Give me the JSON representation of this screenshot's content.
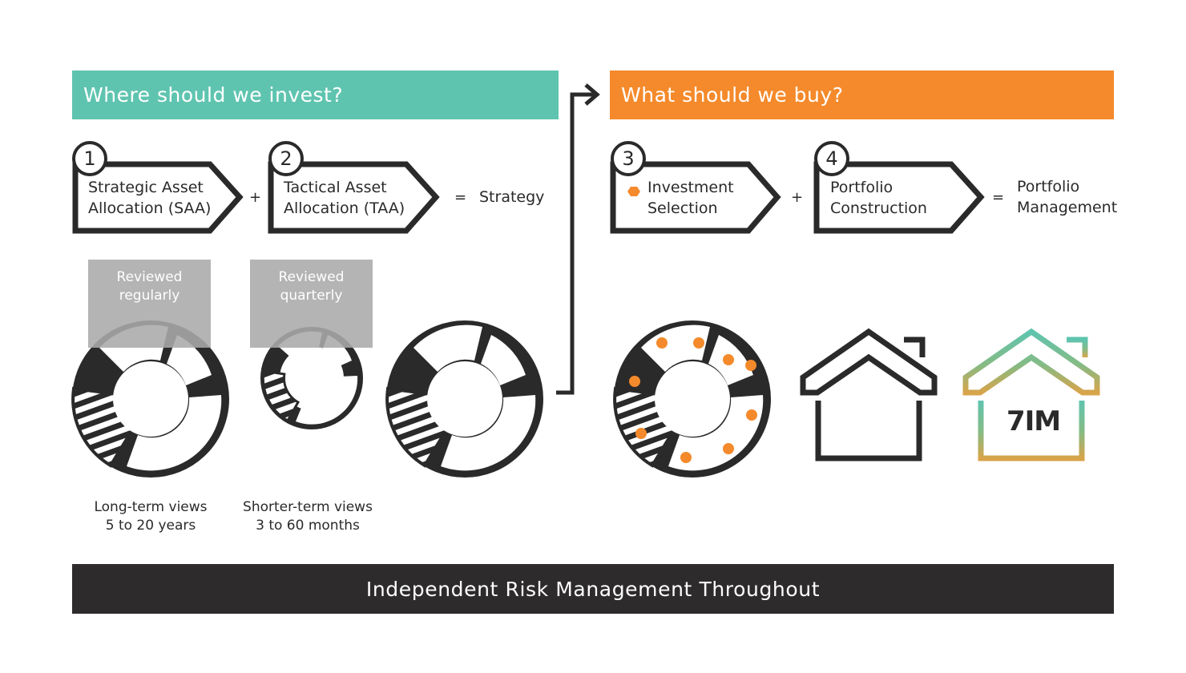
{
  "left_section": {
    "title": "Where should we invest?"
  },
  "right_section": {
    "title": "What should we buy?"
  },
  "steps": [
    {
      "number": "1",
      "line1": "Strategic Asset",
      "line2": "Allocation (SAA)"
    },
    {
      "number": "2",
      "line1": "Tactical Asset",
      "line2": "Allocation (TAA)"
    },
    {
      "number": "3",
      "line1": "Investment",
      "line2": "Selection"
    },
    {
      "number": "4",
      "line1": "Portfolio",
      "line2": "Construction"
    }
  ],
  "operators": {
    "plus": "+",
    "equals": "="
  },
  "results": {
    "strategy": "Strategy",
    "portfolio_line1": "Portfolio",
    "portfolio_line2": "Management"
  },
  "reviews": [
    {
      "line1": "Reviewed",
      "line2": "regularly"
    },
    {
      "line1": "Reviewed",
      "line2": "quarterly"
    }
  ],
  "views": [
    {
      "line1": "Long-term views",
      "line2": "5 to 20 years"
    },
    {
      "line1": "Shorter-term views",
      "line2": "3 to 60 months"
    }
  ],
  "brand": {
    "logo_text": "7IM"
  },
  "footer": {
    "text": "Independent Risk Management Throughout"
  },
  "colors": {
    "teal": "#5fc4af",
    "orange": "#f48a2b",
    "dark": "#2b2a2b",
    "grey_box": "#aaaaaa"
  }
}
